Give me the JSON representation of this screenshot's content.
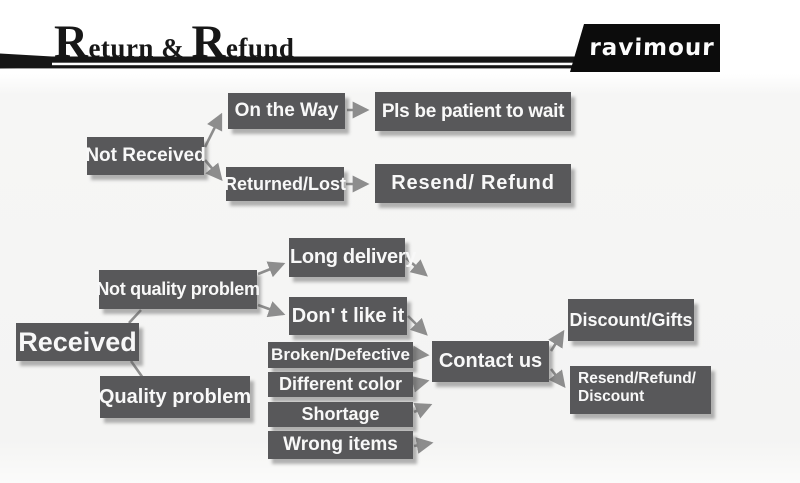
{
  "header": {
    "title_parts": [
      "R",
      "eturn",
      " & ",
      "R",
      "efund"
    ],
    "brand": "ravimour"
  },
  "colors": {
    "box_bg": "#58585a",
    "box_text": "#f8f8f8",
    "arrow": "#8d8d8d",
    "header_ink": "#151515"
  },
  "flow": {
    "not_received": "Not Received",
    "on_the_way": "On the Way",
    "returned_lost": "Returned/Lost",
    "pls_wait": "Pls be patient to wait",
    "resend_refund": "Resend/ Refund",
    "received": "Received",
    "not_quality_problem": "Not quality problem",
    "long_delivery": "Long delivery",
    "dont_like_it": "Don' t like it",
    "quality_problem": "Quality problem",
    "broken_defective": "Broken/Defective",
    "different_color": "Different color",
    "shortage": "Shortage",
    "wrong_items": "Wrong items",
    "contact_us": "Contact us",
    "discount_gifts": "Discount/Gifts",
    "resend_refund_discount": "Resend/Refund/ Discount"
  }
}
